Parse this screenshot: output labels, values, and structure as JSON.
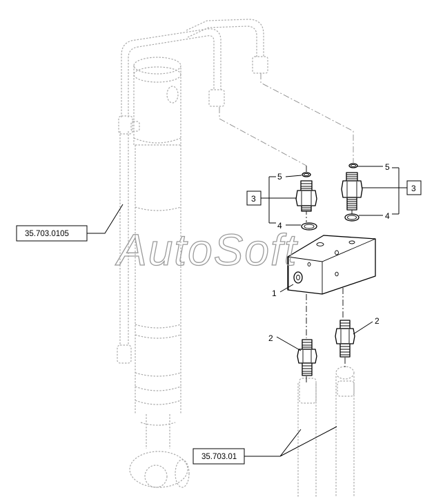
{
  "watermark": "AutoSoft",
  "refs": {
    "cylinder_ref": "35.703.0105",
    "hose_ref": "35.703.01"
  },
  "callouts": {
    "item_1": "1",
    "item_2_left": "2",
    "item_2_right": "2",
    "item_3_left": "3",
    "item_3_right": "3",
    "item_4_left": "4",
    "item_4_right": "4",
    "item_5_left": "5",
    "item_5_right": "5"
  }
}
